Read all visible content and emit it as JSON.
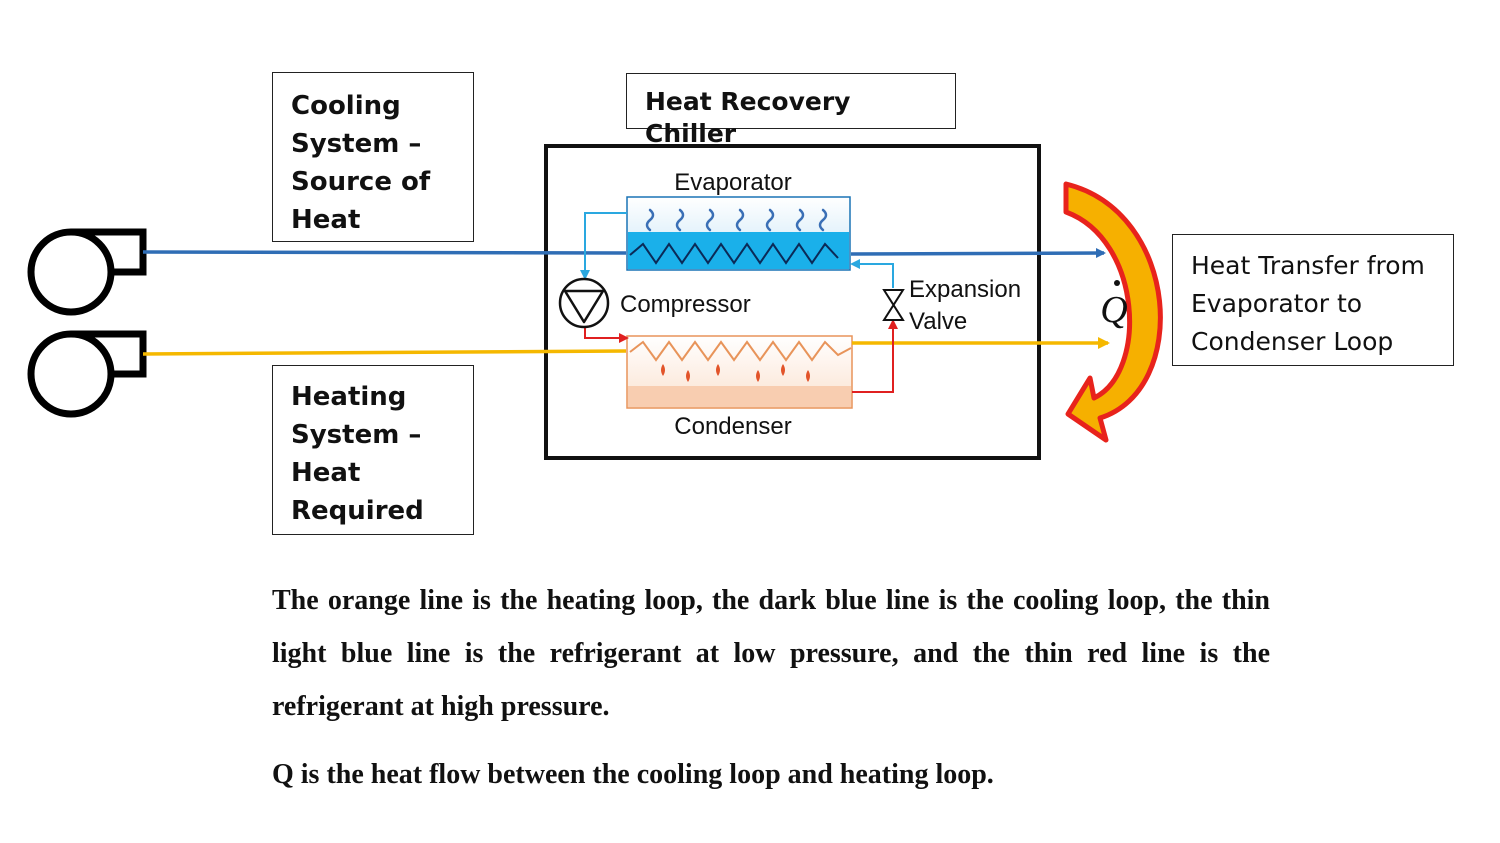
{
  "labels": {
    "cooling_box": [
      "Cooling",
      "System –",
      "Source of",
      "Heat"
    ],
    "heating_box": [
      "Heating",
      "System –",
      "Heat",
      "Required"
    ],
    "chiller_title": "Heat Recovery Chiller",
    "transfer_box": [
      "Heat Transfer from",
      "Evaporator to",
      "Condenser Loop"
    ],
    "evaporator": "Evaporator",
    "condenser": "Condenser",
    "compressor": "Compressor",
    "expansion_valve": [
      "Expansion",
      "Valve"
    ],
    "q_symbol": "Q"
  },
  "caption": {
    "line1": "The orange line is the heating loop, the dark blue line is the cooling loop, the thin light blue line is the refrigerant at low pressure, and the thin red line is the refrigerant at high pressure.",
    "line2": "Q is the heat flow between the cooling loop and heating loop."
  },
  "colors": {
    "cooling_loop": "#2f6db5",
    "heating_loop": "#f5b800",
    "refrigerant_low": "#2aa8e0",
    "refrigerant_high": "#e02020",
    "evaporator_fill": "#1ab0ea",
    "condenser_fill": "#f8cdb0",
    "arrow_outer": "#e8231c",
    "arrow_inner": "#f6b000"
  }
}
